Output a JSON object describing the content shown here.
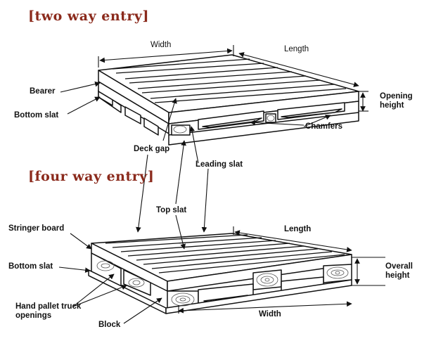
{
  "headings": {
    "two_way": "[two way entry]",
    "four_way": "[four way entry]"
  },
  "colors": {
    "heading": "#8b2a1c",
    "line": "#111111",
    "wood": "#ffffff",
    "grain": "#555555"
  },
  "dimensions_top": {
    "width": "Width",
    "length": "Length",
    "opening_height_line1": "Opening",
    "opening_height_line2": "height"
  },
  "dimensions_bottom": {
    "length": "Length",
    "width": "Width",
    "overall_height_line1": "Overall",
    "overall_height_line2": "height"
  },
  "labels": {
    "bearer": "Bearer",
    "bottom_slat_top": "Bottom slat",
    "chamfers": "Chamfers",
    "deck_gap": "Deck gap",
    "leading_slat": "Leading slat",
    "top_slat": "Top slat",
    "stringer_board": "Stringer board",
    "bottom_slat_bottom": "Bottom slat",
    "hand_pallet_line1": "Hand pallet truck",
    "hand_pallet_line2": "openings",
    "block": "Block"
  }
}
